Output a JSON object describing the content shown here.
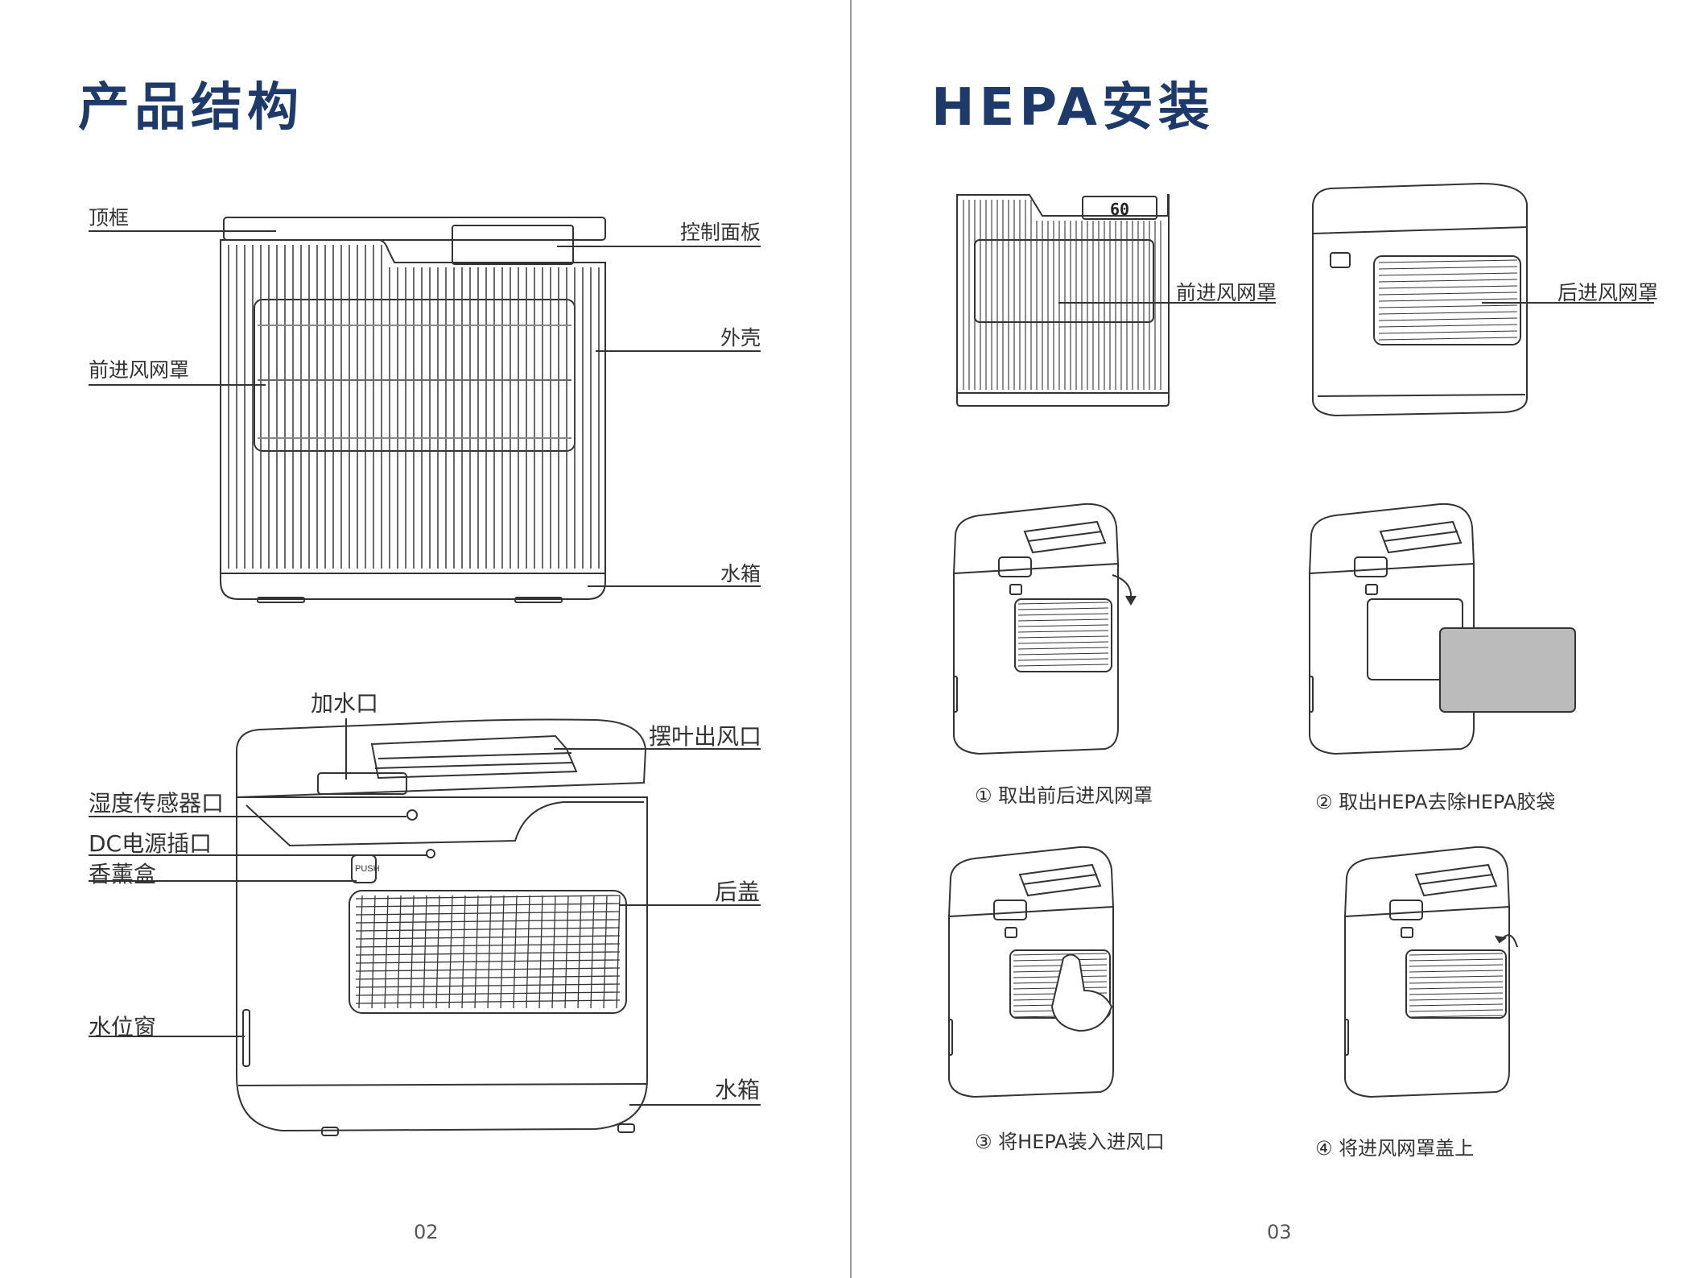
{
  "left_page": {
    "title": "产品结构",
    "front_labels": {
      "top_frame": "顶框",
      "control_panel": "控制面板",
      "shell": "外壳",
      "front_intake_cover": "前进风网罩",
      "water_tank": "水箱"
    },
    "back_labels": {
      "water_inlet": "加水口",
      "swing_outlet": "摆叶出风口",
      "humidity_sensor": "湿度传感器口",
      "dc_port": "DC电源插口",
      "aroma_box": "香薰盒",
      "back_cover": "后盖",
      "water_window": "水位窗",
      "water_tank": "水箱"
    },
    "push_label": "PUSH",
    "page_number": "02"
  },
  "right_page": {
    "title": "HEPA安装",
    "front_label": "前进风网罩",
    "back_label": "后进风网罩",
    "display_value": "60",
    "steps": [
      {
        "caption": "① 取出前后进风网罩"
      },
      {
        "caption": "② 取出HEPA去除HEPA胶袋"
      },
      {
        "caption": "③ 将HEPA装入进风口"
      },
      {
        "caption": "④ 将进风网罩盖上"
      }
    ],
    "page_number": "03"
  },
  "colors": {
    "title": "#1d3a6b",
    "line": "#333333",
    "spine": "#9a9a9a"
  }
}
